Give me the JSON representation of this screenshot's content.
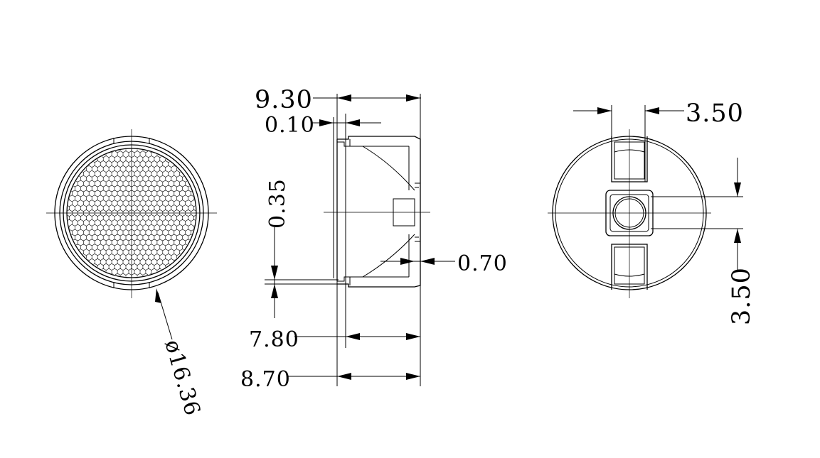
{
  "dimensions": {
    "width_total": "9.30",
    "lip": "0.10",
    "offset": "0.35",
    "wall": "0.70",
    "inner_depth": "7.80",
    "body_depth": "8.70",
    "slot_width": "3.50",
    "slot_height": "3.50",
    "diameter": "ø16.36"
  }
}
